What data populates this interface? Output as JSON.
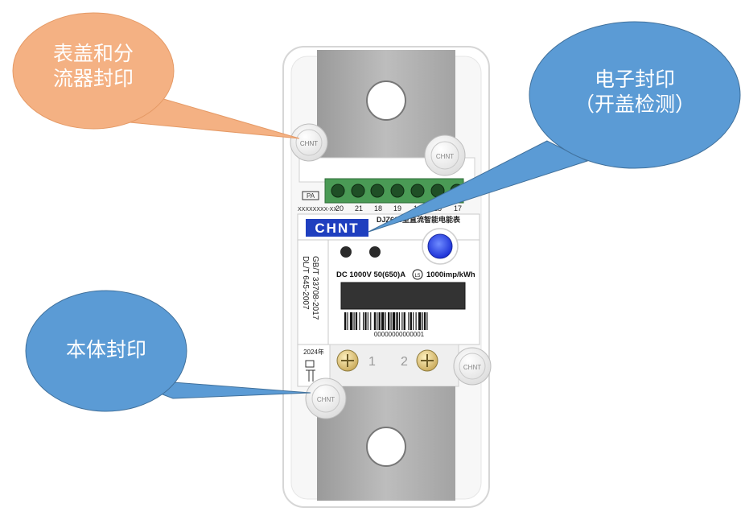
{
  "callouts": {
    "cover_seal": {
      "line1": "表盖和分",
      "line2": "流器封印"
    },
    "electronic_seal": {
      "line1": "电子封印",
      "line2": "（开盖检测）"
    },
    "body_seal": {
      "line1": "本体封印"
    }
  },
  "meter": {
    "brand": "CHNT",
    "model": "DJZ666型直流智能电能表",
    "code_label": "XXXXXXXX-XX",
    "cert_mark": "PA",
    "terminal_numbers": [
      "20",
      "21",
      "18",
      "19",
      "16",
      "15",
      "17"
    ],
    "standard1": "GB/T 33708-2017",
    "standard2": "DL/T 645-2007",
    "rating": "DC 1000V 50(650)A",
    "accuracy_class": "L5",
    "constant": "1000imp/kWh",
    "serial": "00000000000001",
    "year": "2024年",
    "terminal_1": "1",
    "terminal_2": "2",
    "seal_text": "CHNT"
  },
  "colors": {
    "orange_callout": "#f4b183",
    "blue_callout": "#5b9bd5",
    "brand_blue": "#1f3fbf",
    "terminal_green": "#3a8f45"
  }
}
